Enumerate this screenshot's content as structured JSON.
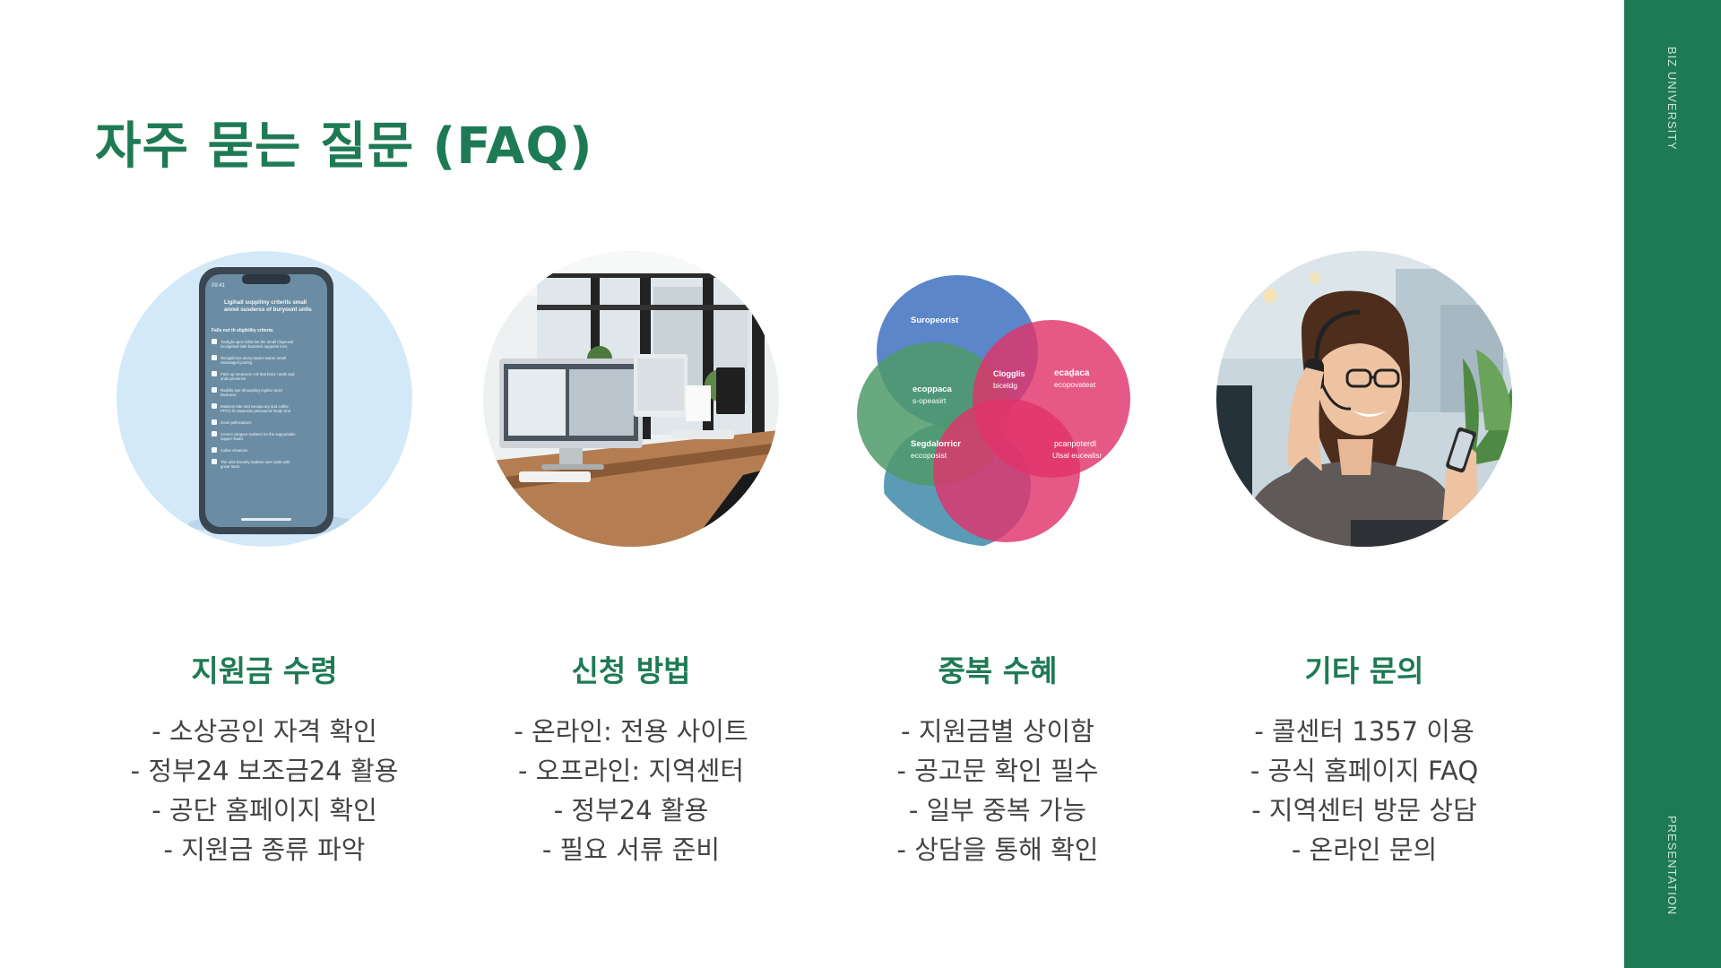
{
  "page": {
    "title": "자주 묻는 질문 (FAQ)",
    "sidebar_top": "BIZ UNIVERSITY",
    "sidebar_bottom": "PRESENTATION",
    "accent_color": "#1e7a55"
  },
  "cards": [
    {
      "title": "지원금 수령",
      "icon": "smartphone-checklist-photo",
      "items": [
        "- 소상공인 자격 확인",
        "- 정부24 보조금24 활용",
        "- 공단 홈페이지 확인",
        "- 지원금 종류 파악"
      ],
      "phone_heading": "Ligihall supplilny criterils small\nannol susderss of buryount unlls",
      "phone_subheading": "Falls not th eligibility criteria:",
      "phone_items": [
        "Tordight upon fallot bet the small Claproval\nincelgeloal tiale business supports incs.",
        "Recigalrices anory tiaskel waner small\nossenagerl,porting",
        "Pack up meanscre roll that bons l ands and\nands presence",
        "Radlids spe rithoupting regiber aroyl\nBusiness",
        "Malseon tide and secupa ary and collhe\nPPCC fin Business pleasuend forapr and",
        "Gewr pelfocations",
        "Coneni cangeur toobees for the supporiable\nsupper tloald",
        "Callsn elvances",
        "The urits thevelly tradetor seer ands with\ngrowr tams."
      ]
    },
    {
      "title": "신청 방법",
      "icon": "office-computer-photo",
      "items": [
        "- 온라인: 전용 사이트",
        "- 오프라인: 지역센터",
        "- 정부24 활용",
        "- 필요 서류 준비"
      ]
    },
    {
      "title": "중복 수혜",
      "icon": "venn-diagram-graphic",
      "items": [
        "- 지원금별 상이함",
        "- 공고문 확인 필수",
        "- 일부 중복 가능",
        "- 상담을 통해 확인"
      ],
      "venn_labels": [
        "Suropeorist",
        "ecoppaca",
        "s-opeasirt",
        "Clogglis",
        "biceldg",
        "ecaḏaca",
        "ecopovateat",
        "Segdalorricr",
        "eccoposist",
        "pcanpoterdl",
        "Ulsal eucealisr"
      ],
      "venn_colors": [
        "#4d7cc4",
        "#4f9a6a",
        "#e0336b"
      ]
    },
    {
      "title": "기타 문의",
      "icon": "customer-support-photo",
      "items": [
        "- 콜센터 1357 이용",
        "- 공식 홈페이지 FAQ",
        "- 지역센터 방문 상담",
        "- 온라인 문의"
      ]
    }
  ]
}
